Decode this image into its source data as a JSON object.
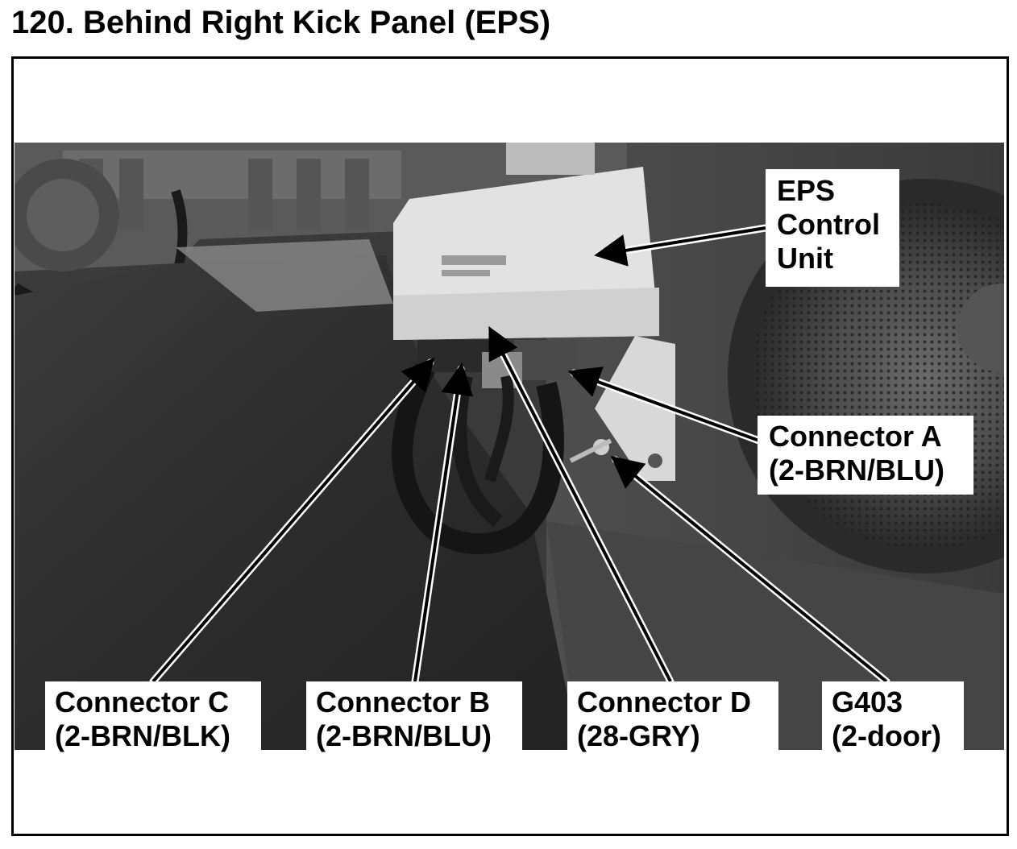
{
  "title": "120. Behind Right Kick Panel (EPS)",
  "callouts": {
    "eps_unit": {
      "line1": "EPS",
      "line2": "Control",
      "line3": "Unit"
    },
    "connector_a": {
      "line1": "Connector A",
      "line2": "(2-BRN/BLU)"
    },
    "connector_c": {
      "line1": "Connector C",
      "line2": "(2-BRN/BLK)"
    },
    "connector_b": {
      "line1": "Connector B",
      "line2": "(2-BRN/BLU)"
    },
    "connector_d": {
      "line1": "Connector D",
      "line2": "(28-GRY)"
    },
    "g403": {
      "line1": "G403",
      "line2": "(2-door)"
    }
  },
  "colors": {
    "callout_background": "#ffffff",
    "text": "#000000",
    "leader": "#000000"
  }
}
